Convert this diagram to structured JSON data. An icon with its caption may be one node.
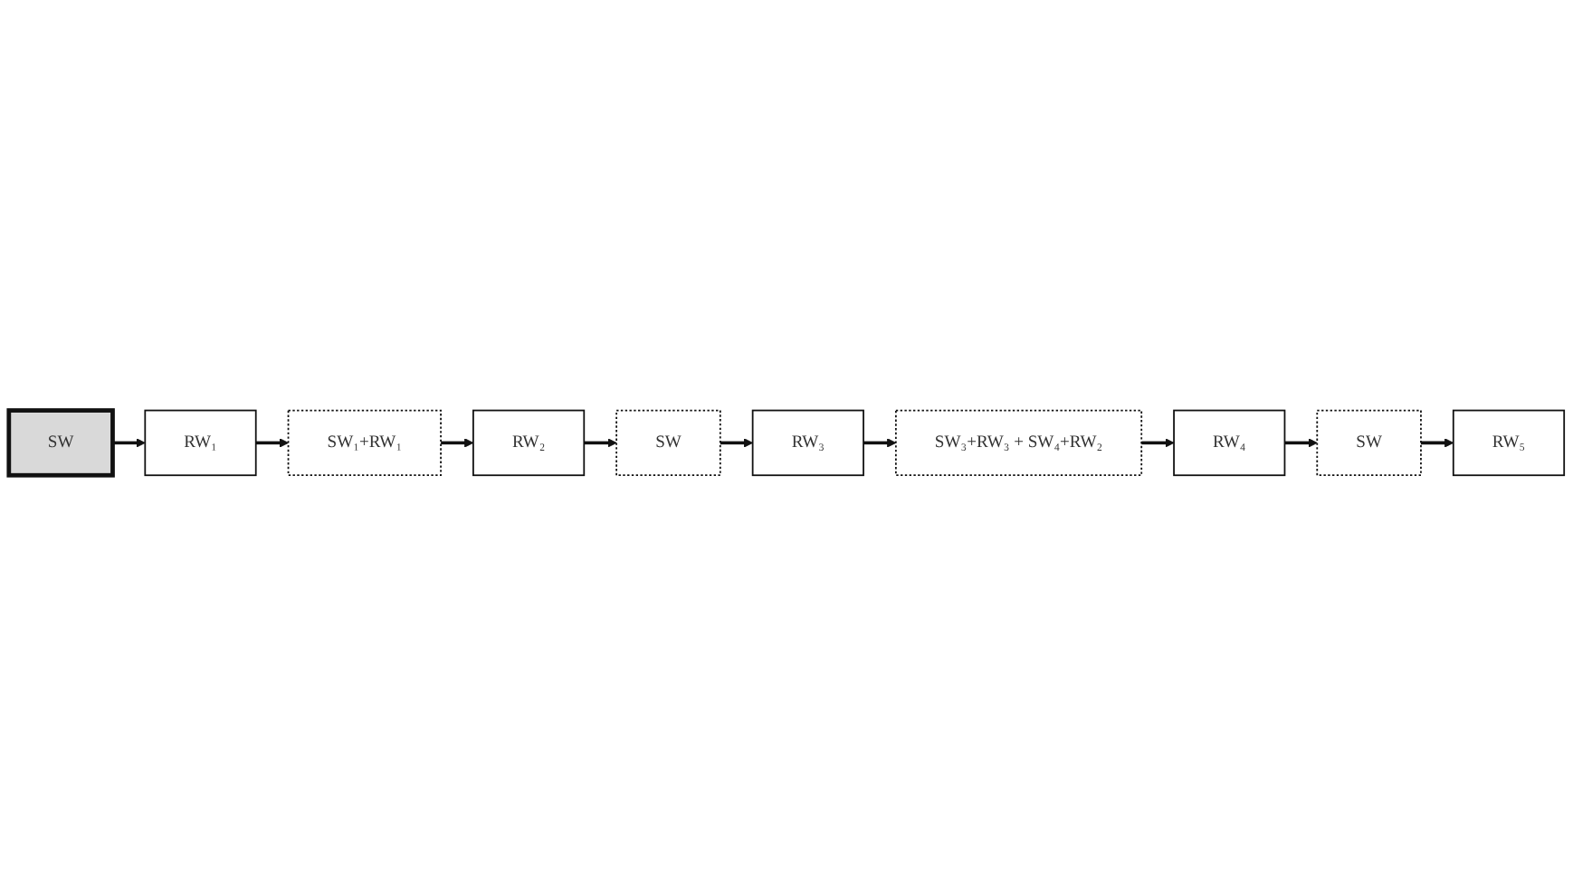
{
  "diagram": {
    "nodes": [
      {
        "text": [
          "SW"
        ]
      },
      {
        "text": [
          "RW₁"
        ]
      },
      {
        "text": [
          "SW₁+RW₁"
        ]
      },
      {
        "text": [
          "RW₂"
        ]
      },
      {
        "text": [
          "SW"
        ]
      },
      {
        "text": [
          "RW₃"
        ]
      },
      {
        "text": [
          "SW₃+RW₃ + SW₄+RW₂"
        ]
      },
      {
        "text": [
          "RW₄"
        ]
      },
      {
        "text": [
          "SW"
        ]
      },
      {
        "text": [
          "RW₅"
        ]
      }
    ],
    "edges": [
      {
        "from": 0,
        "to": 1,
        "arrow": "to"
      },
      {
        "from": 1,
        "to": 2,
        "arrow": "to"
      },
      {
        "from": 2,
        "to": 3,
        "arrow": "to"
      },
      {
        "from": 3,
        "to": 4,
        "arrow": "to"
      },
      {
        "from": 4,
        "to": 5,
        "arrow": "to"
      },
      {
        "from": 5,
        "to": 6,
        "arrow": "to"
      },
      {
        "from": 6,
        "to": 7,
        "arrow": "to"
      },
      {
        "from": 7,
        "to": 8,
        "arrow": "to"
      },
      {
        "from": 8,
        "to": 9,
        "arrow": "to"
      }
    ]
  }
}
